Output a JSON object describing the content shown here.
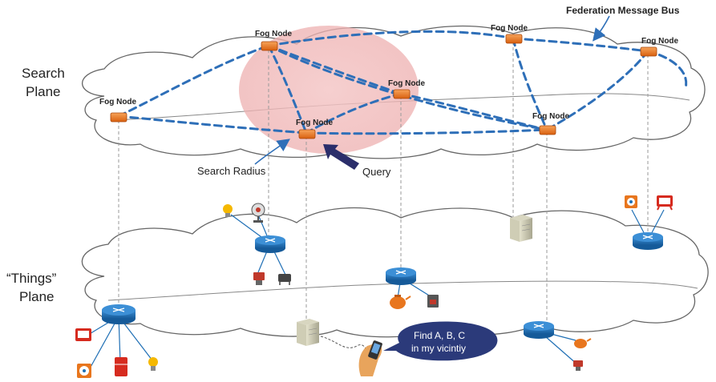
{
  "labels": {
    "federation_bus": "Federation Message Bus",
    "search_plane_line1": "Search",
    "search_plane_line2": "Plane",
    "things_plane_line1": "“Things”",
    "things_plane_line2": "Plane",
    "search_radius": "Search Radius",
    "query": "Query",
    "query_bubble_line1": "Find A, B, C",
    "query_bubble_line2": "in my vicintiy"
  },
  "fog_nodes": [
    {
      "label": "Fog Node"
    },
    {
      "label": "Fog Node"
    },
    {
      "label": "Fog Node"
    },
    {
      "label": "Fog Node"
    },
    {
      "label": "Fog Node"
    },
    {
      "label": "Fog Node"
    },
    {
      "label": "Fog Node"
    }
  ],
  "colors": {
    "bus_line": "#2e6fb8",
    "fog_node": "#e8761e",
    "search_radius_fill": "#f2c4c4",
    "query_arrow": "#2b2e6b",
    "router": "#1f6fb5",
    "bubble": "#2b3a7a",
    "cloud_outline": "#555555"
  },
  "icons": [
    "fog-node-icon",
    "router-icon",
    "server-icon",
    "lightbulb-icon",
    "fan-icon",
    "tv-icon",
    "fridge-icon",
    "kettle-icon",
    "coffee-maker-icon",
    "washer-icon",
    "handheld-device-icon"
  ]
}
